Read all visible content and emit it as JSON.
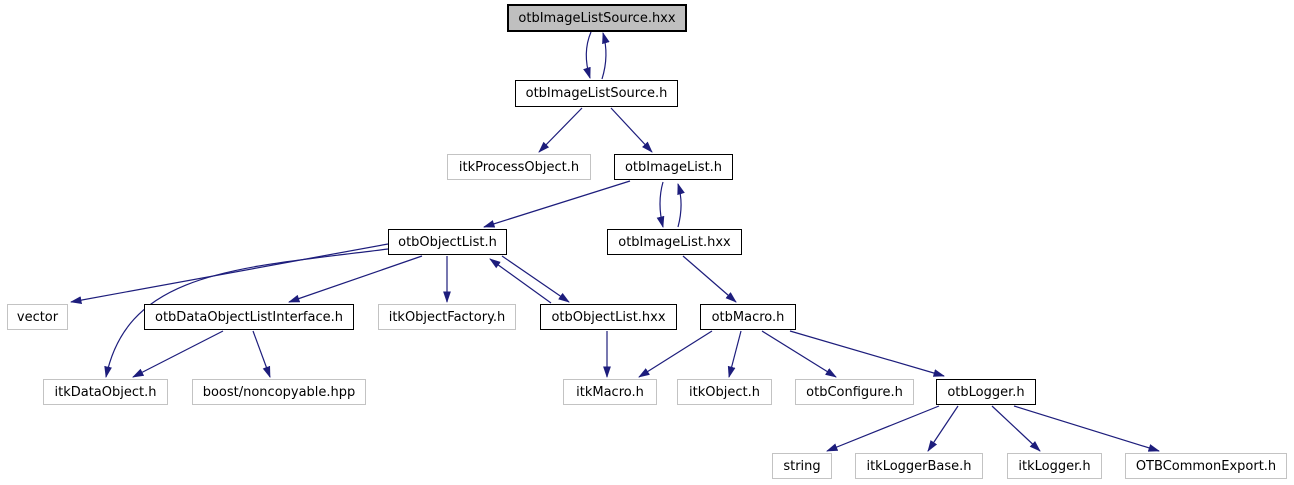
{
  "diagram": {
    "type": "include-dependency-graph",
    "root_file": "otbImageListSource.hxx",
    "colors": {
      "edge": "#1d1d7c",
      "root_fill": "#bfbfbf",
      "documented_border": "#000000",
      "external_border": "#c3c3c3",
      "background": "#ffffff"
    },
    "nodes": [
      {
        "id": "otbImageListSource.hxx",
        "label": "otbImageListSource.hxx",
        "documented": true,
        "root": true
      },
      {
        "id": "otbImageListSource.h",
        "label": "otbImageListSource.h",
        "documented": true
      },
      {
        "id": "itkProcessObject.h",
        "label": "itkProcessObject.h",
        "documented": false
      },
      {
        "id": "otbImageList.h",
        "label": "otbImageList.h",
        "documented": true
      },
      {
        "id": "otbObjectList.h",
        "label": "otbObjectList.h",
        "documented": true
      },
      {
        "id": "otbImageList.hxx",
        "label": "otbImageList.hxx",
        "documented": true
      },
      {
        "id": "vector",
        "label": "vector",
        "documented": false
      },
      {
        "id": "otbDataObjectListInterface.h",
        "label": "otbDataObjectListInterface.h",
        "documented": true
      },
      {
        "id": "itkObjectFactory.h",
        "label": "itkObjectFactory.h",
        "documented": false
      },
      {
        "id": "otbObjectList.hxx",
        "label": "otbObjectList.hxx",
        "documented": true
      },
      {
        "id": "otbMacro.h",
        "label": "otbMacro.h",
        "documented": true
      },
      {
        "id": "itkDataObject.h",
        "label": "itkDataObject.h",
        "documented": false
      },
      {
        "id": "boost/noncopyable.hpp",
        "label": "boost/noncopyable.hpp",
        "documented": false
      },
      {
        "id": "itkMacro.h",
        "label": "itkMacro.h",
        "documented": false
      },
      {
        "id": "itkObject.h",
        "label": "itkObject.h",
        "documented": false
      },
      {
        "id": "otbConfigure.h",
        "label": "otbConfigure.h",
        "documented": false
      },
      {
        "id": "otbLogger.h",
        "label": "otbLogger.h",
        "documented": true
      },
      {
        "id": "string",
        "label": "string",
        "documented": false
      },
      {
        "id": "itkLoggerBase.h",
        "label": "itkLoggerBase.h",
        "documented": false
      },
      {
        "id": "itkLogger.h",
        "label": "itkLogger.h",
        "documented": false
      },
      {
        "id": "OTBCommonExport.h",
        "label": "OTBCommonExport.h",
        "documented": false
      }
    ],
    "edges": [
      {
        "from": "otbImageListSource.hxx",
        "to": "otbImageListSource.h"
      },
      {
        "from": "otbImageListSource.h",
        "to": "otbImageListSource.hxx"
      },
      {
        "from": "otbImageListSource.h",
        "to": "itkProcessObject.h"
      },
      {
        "from": "otbImageListSource.h",
        "to": "otbImageList.h"
      },
      {
        "from": "otbImageList.h",
        "to": "otbObjectList.h"
      },
      {
        "from": "otbImageList.h",
        "to": "otbImageList.hxx"
      },
      {
        "from": "otbImageList.hxx",
        "to": "otbImageList.h"
      },
      {
        "from": "otbObjectList.h",
        "to": "vector"
      },
      {
        "from": "otbObjectList.h",
        "to": "itkDataObject.h"
      },
      {
        "from": "otbObjectList.h",
        "to": "otbDataObjectListInterface.h"
      },
      {
        "from": "otbObjectList.h",
        "to": "itkObjectFactory.h"
      },
      {
        "from": "otbObjectList.h",
        "to": "otbObjectList.hxx"
      },
      {
        "from": "otbObjectList.hxx",
        "to": "otbObjectList.h"
      },
      {
        "from": "otbImageList.hxx",
        "to": "otbMacro.h"
      },
      {
        "from": "otbDataObjectListInterface.h",
        "to": "itkDataObject.h"
      },
      {
        "from": "otbDataObjectListInterface.h",
        "to": "boost/noncopyable.hpp"
      },
      {
        "from": "otbObjectList.hxx",
        "to": "itkMacro.h"
      },
      {
        "from": "otbMacro.h",
        "to": "itkMacro.h"
      },
      {
        "from": "otbMacro.h",
        "to": "itkObject.h"
      },
      {
        "from": "otbMacro.h",
        "to": "otbConfigure.h"
      },
      {
        "from": "otbMacro.h",
        "to": "otbLogger.h"
      },
      {
        "from": "otbLogger.h",
        "to": "string"
      },
      {
        "from": "otbLogger.h",
        "to": "itkLoggerBase.h"
      },
      {
        "from": "otbLogger.h",
        "to": "itkLogger.h"
      },
      {
        "from": "otbLogger.h",
        "to": "OTBCommonExport.h"
      }
    ]
  }
}
